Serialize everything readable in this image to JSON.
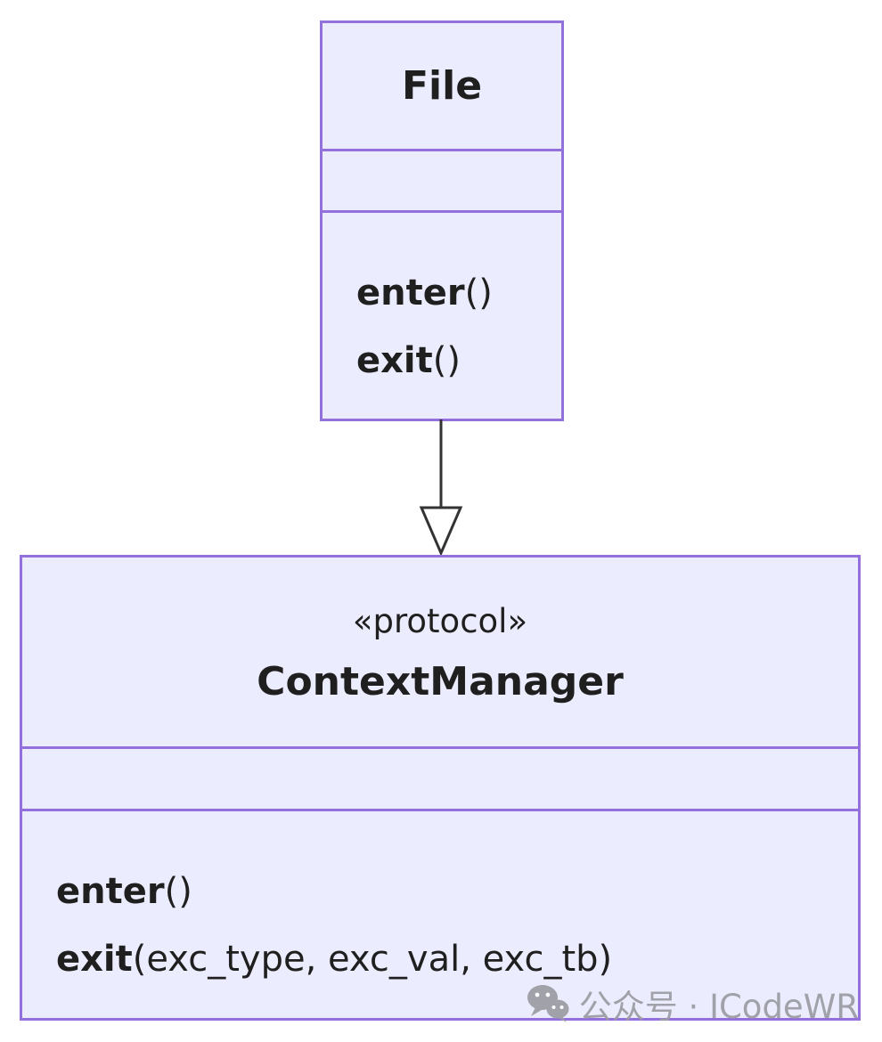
{
  "diagram": {
    "file_class": {
      "title": "File",
      "attributes": [],
      "methods": [
        {
          "name": "enter",
          "params": "()"
        },
        {
          "name": "exit",
          "params": "()"
        }
      ]
    },
    "relationship": {
      "type": "realization-arrow",
      "direction": "down"
    },
    "protocol_class": {
      "stereotype": "«protocol»",
      "title": "ContextManager",
      "attributes": [],
      "methods": [
        {
          "name": "enter",
          "params": "()"
        },
        {
          "name": "exit",
          "params": "(exc_type, exc_val, exc_tb)"
        }
      ]
    },
    "colors": {
      "box_fill": "#ECECFF",
      "box_border": "#9370DB",
      "arrow": "#333333",
      "text": "#1f1f1f",
      "watermark": "#9d9da5"
    }
  },
  "watermark": {
    "icon": "wechat-icon",
    "text": "公众号 · ICodeWR"
  }
}
